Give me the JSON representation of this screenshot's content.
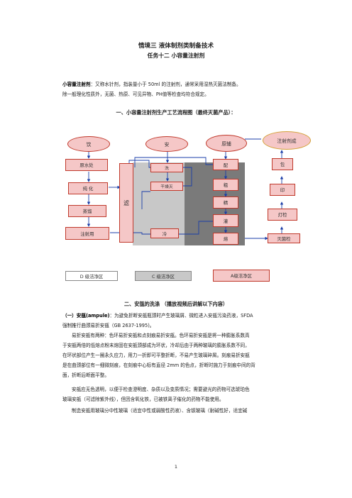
{
  "header": {
    "title": "情境三  液体制剂类制备技术",
    "subtitle": "任务十二  小容量注射剂"
  },
  "intro": {
    "term": "小容量注射剂",
    "line1": "：又称水针剂，指装量小于 50ml 的注射剂，通常采用湿热灭菌法制备。",
    "line2": "除一般理化性质外，无菌、热原、可见异物、PH值等检查均符合规定。"
  },
  "section1": {
    "title": "一、小容量注射剂生产工艺流程图（最终灭菌产品）："
  },
  "flowchart": {
    "nodes": {
      "drink": "饮",
      "ampoule": "安",
      "excipient": "原辅",
      "product": "注射剂成",
      "raw_water": "原水处",
      "purify": "纯 化",
      "distill": "蒸馏",
      "wfi": "注射用",
      "filter": "滤",
      "wash": "洗",
      "dry": "干燥灭",
      "cool": "冷",
      "mix": "配",
      "coarse": "粗",
      "fine": "精",
      "fill": "灌",
      "seal": "熔",
      "pack": "包",
      "print": "印",
      "inspect": "灯检",
      "leak": "灭菌检"
    },
    "legend": {
      "d": "D 级洁净区",
      "c": "C 级洁净区",
      "a": "A级洁净区"
    },
    "colors": {
      "box_fill": "#f5c7c7",
      "box_border": "#c0392b",
      "grade_c": "#c8c8c8",
      "grade_a": "#7a7a7a",
      "arrow": "#1a3da8"
    }
  },
  "section2": {
    "title": "二、安瓿的洗涤 （播放视频后讲解以下内容）",
    "sub1_label": "（一）安瓿(ampule)",
    "sub1_text": "：为避免折断安瓿瓶颈时产生玻璃屑、微粒进入安瓿污染药液，SFDA",
    "sub1_line2": "强制推行曲颈易折安瓿（GB 2637-1995)。",
    "p1": [
      "易折安瓿有两种：色环易折安瓿和点刻痕易折安瓿。色环易折安瓿是将一种膨胀系数高",
      "于安瓿两倍的低熔点粉末熔固在安瓿颈部成为环状，冷却后由于两种玻璃的膨胀系数不同，",
      "在环状部位产生一圈永久应力，用力一折即可平整折断，不易产生玻璃碎屑。刻痕易折安瓿",
      "是在曲颈部位有一细微刻痕，在刻痕中心标有直径 2mm 的色点，折断时施力于刻痕中间的背",
      "面，折断后断面平整。"
    ],
    "p2": [
      "安瓿应无色透明，以便于检查澄明度、杂质以及变质情况；需要避光的药物可选琥珀色",
      "玻璃安瓿（可滤除紫外线），但因含氧化铁，已被铁离子催化的药物不能使用。"
    ],
    "p3": [
      "制造安瓿用玻璃分中性玻璃（适宜中性或弱酸性药液）、含钡玻璃（耐碱性好，适宜碱"
    ]
  },
  "footer": {
    "page": "1"
  }
}
